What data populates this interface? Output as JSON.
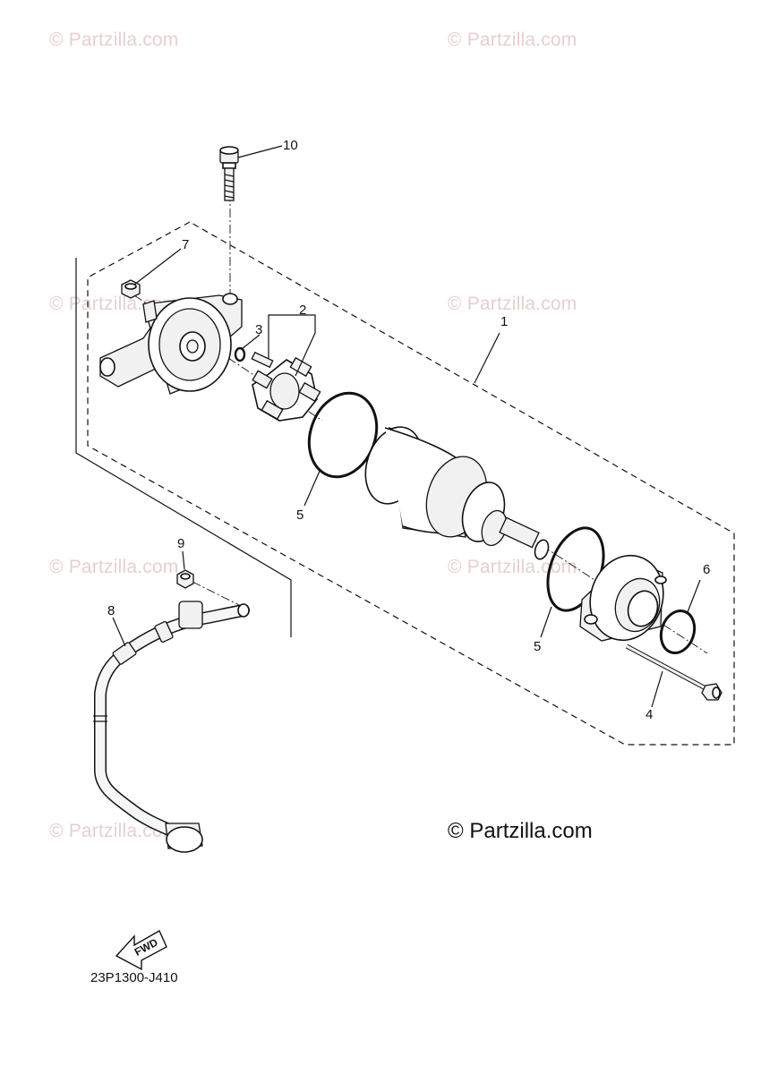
{
  "watermark": "© Partzilla.com",
  "copyright": "© Partzilla.com",
  "diagram_code": "23P1300-J410",
  "fwd_label": "FWD",
  "callouts": {
    "c1": "1",
    "c2": "2",
    "c3": "3",
    "c4": "4",
    "c5a": "5",
    "c5b": "5",
    "c6": "6",
    "c7": "7",
    "c8": "8",
    "c9": "9",
    "c10": "10"
  }
}
